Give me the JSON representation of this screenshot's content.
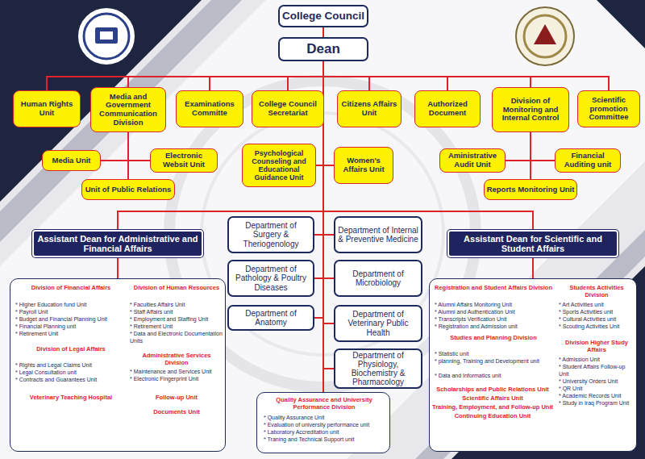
{
  "diagram": {
    "nodes": [
      {
        "text": [
          "College Council"
        ]
      },
      {
        "text": [
          "Dean"
        ]
      },
      {
        "text": [
          "Human Rights Unit"
        ]
      },
      {
        "text": [
          "Media and Government Communication Division"
        ]
      },
      {
        "text": [
          "Examinations Committe"
        ]
      },
      {
        "text": [
          "College Council Secretariat"
        ]
      },
      {
        "text": [
          "Citizens Affairs Unit"
        ]
      },
      {
        "text": [
          "Authorized Document"
        ]
      },
      {
        "text": [
          "Division of Monitoring and Internal Control"
        ]
      },
      {
        "text": [
          "Scientific promotion Committee"
        ]
      },
      {
        "text": [
          "Media Unit"
        ]
      },
      {
        "text": [
          "Electronic Websit Unit"
        ]
      },
      {
        "text": [
          "Psychological Counseling and Educational Guidance Unit"
        ]
      },
      {
        "text": [
          "Women’s Affairs Unit"
        ]
      },
      {
        "text": [
          "Aministrative Audit Unit"
        ]
      },
      {
        "text": [
          "Financial Auditing unit"
        ]
      },
      {
        "text": [
          "Unit of Public Relations"
        ]
      },
      {
        "text": [
          "Reports Monitoring Unit"
        ]
      },
      {
        "text": [
          "Assistant Dean for Administrative and Financial Affairs"
        ]
      },
      {
        "text": [
          "Department of Surgery & Theriogenology"
        ]
      },
      {
        "text": [
          "Department of Internal & Preventive Medicine"
        ]
      },
      {
        "text": [
          "Assistant Dean for Scientific and Student Affairs"
        ]
      },
      {
        "text": [
          "Department of Pathology & Poultry Diseases"
        ]
      },
      {
        "text": [
          "Department of Microbiology"
        ]
      },
      {
        "text": [
          "Department of Anatomy"
        ]
      },
      {
        "text": [
          "Department of Veterinary Public Health"
        ]
      },
      {
        "text": [
          "Department of Physiology, Biochemistry & Pharmacology"
        ]
      },
      {
        "text": [
          "Division of Financial Affairs",
          "* Higher Education fund Unit",
          "* Payroll Unit",
          "* Budget and Financial Planning Unit",
          "* Financial Planning unit",
          "* Retirement Unit",
          "Division of Human Resources",
          "* Faculties Affairs Unit",
          "* Staff Affairs unit",
          "* Employment and Staffing Unit",
          "* Retirement Unit",
          "* Data and Electronic Documentation Units",
          "Division of Legal Affairs",
          "* Rights and Legal Claims Unit",
          "* Legal Consultation unit",
          "* Contracts and Guarantees Unit",
          "Administrative Services Division",
          "* Maintenance and Services Unit",
          "* Electronic Fingerprint Unit",
          "Veterinary Teaching Hospital",
          "Follow-up Unit",
          "Documents Unit"
        ]
      },
      {
        "text": [
          "Registration and Student Affairs Division",
          "* Alumni Affairs Monitoring Unit",
          "* Alumni and Authentication Unit",
          "* Transcripts Verification Unit",
          "* Registration and Admission unit",
          "Studies and Planning Division",
          "* Statistic unit",
          "* planning, Training and Development unit",
          "* Data and Informatics unit",
          "Scholarships and Public Relations Unit",
          "Scientific Affairs Unit",
          "Training, Employment, and Follow-up Unit",
          "Continuing Education Unit",
          "Students Activities Division",
          "* Art Activities unit",
          "* Sports Activities unit",
          "* Cultural Activities unit",
          "* Scouting Activities Unit",
          "Division Higher Study Affairs",
          "* Admission Unit",
          "* Student Affairs Follow-up Unit",
          "* University Orders Unit",
          "* QR Unit",
          "* Academic Records Unit",
          "* Study in Iraq Program Unit"
        ]
      },
      {
        "text": [
          "Quality Assurance and University Performance Division",
          "* Quality Assurance Unit",
          "* Evaluation of university performance unit",
          "* Laboratory Accreditation unit",
          "* Traning and Technical Support unit"
        ]
      }
    ],
    "edges": [
      {
        "from": 0,
        "to": 1,
        "arrow": "none"
      },
      {
        "from": 1,
        "to": 2,
        "arrow": "none"
      },
      {
        "from": 1,
        "to": 3,
        "arrow": "none"
      },
      {
        "from": 1,
        "to": 4,
        "arrow": "none"
      },
      {
        "from": 1,
        "to": 5,
        "arrow": "none"
      },
      {
        "from": 1,
        "to": 6,
        "arrow": "none"
      },
      {
        "from": 1,
        "to": 7,
        "arrow": "none"
      },
      {
        "from": 1,
        "to": 8,
        "arrow": "none"
      },
      {
        "from": 1,
        "to": 9,
        "arrow": "none"
      },
      {
        "from": 3,
        "to": 10,
        "arrow": "none"
      },
      {
        "from": 3,
        "to": 11,
        "arrow": "none"
      },
      {
        "from": 3,
        "to": 16,
        "arrow": "none"
      },
      {
        "from": 8,
        "to": 14,
        "arrow": "none"
      },
      {
        "from": 8,
        "to": 15,
        "arrow": "none"
      },
      {
        "from": 8,
        "to": 17,
        "arrow": "none"
      },
      {
        "from": 1,
        "to": 12,
        "arrow": "none"
      },
      {
        "from": 1,
        "to": 13,
        "arrow": "none"
      },
      {
        "from": 1,
        "to": 18,
        "arrow": "none"
      },
      {
        "from": 1,
        "to": 21,
        "arrow": "none"
      },
      {
        "from": 1,
        "to": 19,
        "arrow": "none"
      },
      {
        "from": 1,
        "to": 20,
        "arrow": "none"
      },
      {
        "from": 1,
        "to": 22,
        "arrow": "none"
      },
      {
        "from": 1,
        "to": 23,
        "arrow": "none"
      },
      {
        "from": 1,
        "to": 24,
        "arrow": "none"
      },
      {
        "from": 1,
        "to": 25,
        "arrow": "none"
      },
      {
        "from": 1,
        "to": 26,
        "arrow": "none"
      },
      {
        "from": 1,
        "to": 29,
        "arrow": "none"
      },
      {
        "from": 18,
        "to": 27,
        "arrow": "none"
      },
      {
        "from": 21,
        "to": 28,
        "arrow": "none"
      }
    ]
  }
}
